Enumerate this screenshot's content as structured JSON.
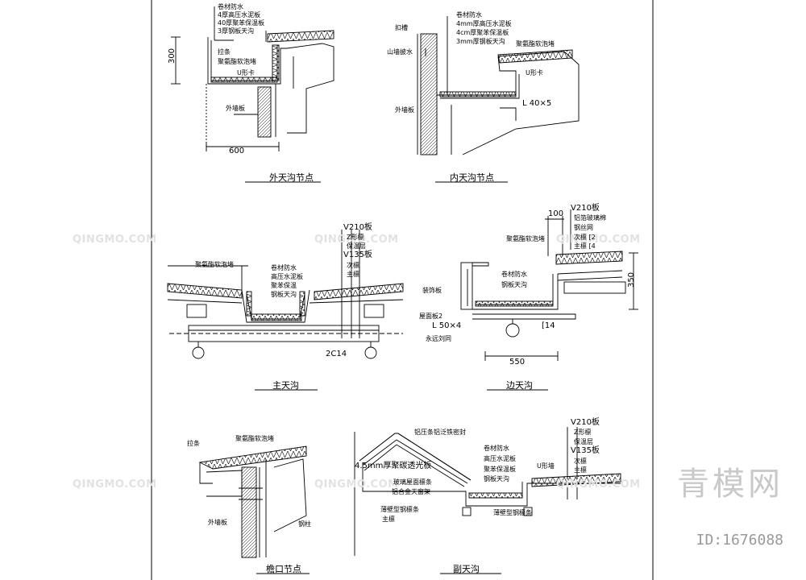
{
  "watermark": {
    "text": "QINGMO.COM",
    "brand": "青模网",
    "id": "ID:1676088"
  },
  "panels": {
    "outer_gutter": {
      "title": "外天沟节点",
      "labels": [
        "卷材防水",
        "4厚高压水泥板",
        "40厚聚苯保温板",
        "3厚钢板天沟",
        "拉条",
        "聚氨酯软泡堵",
        "U形卡",
        "外墙板"
      ],
      "dims": [
        "300",
        "600"
      ]
    },
    "inner_gutter": {
      "title": "内天沟节点",
      "labels": [
        "卷材防水",
        "4mm厚高压水泥板",
        "4cm厚聚苯保温板",
        "3mm厚钢板天沟",
        "扣槽",
        "山墙披水",
        "聚氨酯软泡堵",
        "U形卡",
        "L 40×5",
        "外墙板"
      ]
    },
    "main_gutter": {
      "title": "主天沟",
      "right_labels": [
        "V210板",
        "Z形檩",
        "保温层",
        "V135板",
        "次檩",
        "主檩"
      ],
      "labels": [
        "聚氨酯软泡堵",
        "卷材防水",
        "高压水泥板",
        "聚苯保温",
        "钢板天沟"
      ],
      "dims": [
        "2C14"
      ]
    },
    "side_gutter": {
      "title": "边天沟",
      "right_labels": [
        "V210板",
        "铝箔玻璃棉",
        "钢丝网",
        "次檩 [2",
        "主檩 [4"
      ],
      "labels": [
        "聚氨酯软泡堵",
        "卷材防水",
        "钢板天沟",
        "装饰板",
        "屋面板2",
        "L 50×4",
        "[14",
        "永远刘同"
      ],
      "dims": [
        "100",
        "350",
        "550"
      ]
    },
    "eave": {
      "title": "檐口节点",
      "labels": [
        "拉条",
        "聚氨酯软泡堵",
        "外墙板",
        "钢柱"
      ]
    },
    "sub_gutter": {
      "title": "副天沟",
      "right_labels": [
        "V210板",
        "Z形檩",
        "保温层",
        "V135板",
        "次檩",
        "主檩"
      ],
      "labels": [
        "铝压条铝泛铁密封",
        "4.5mm厚聚碳透光板",
        "玻璃屋面檩条",
        "铝合金天窗架",
        "卷材防水",
        "高压水泥板",
        "聚苯保温板",
        "钢板天沟",
        "U形墙",
        "薄壁型钢檩条",
        "主檩",
        "薄壁型钢檩条"
      ]
    }
  }
}
